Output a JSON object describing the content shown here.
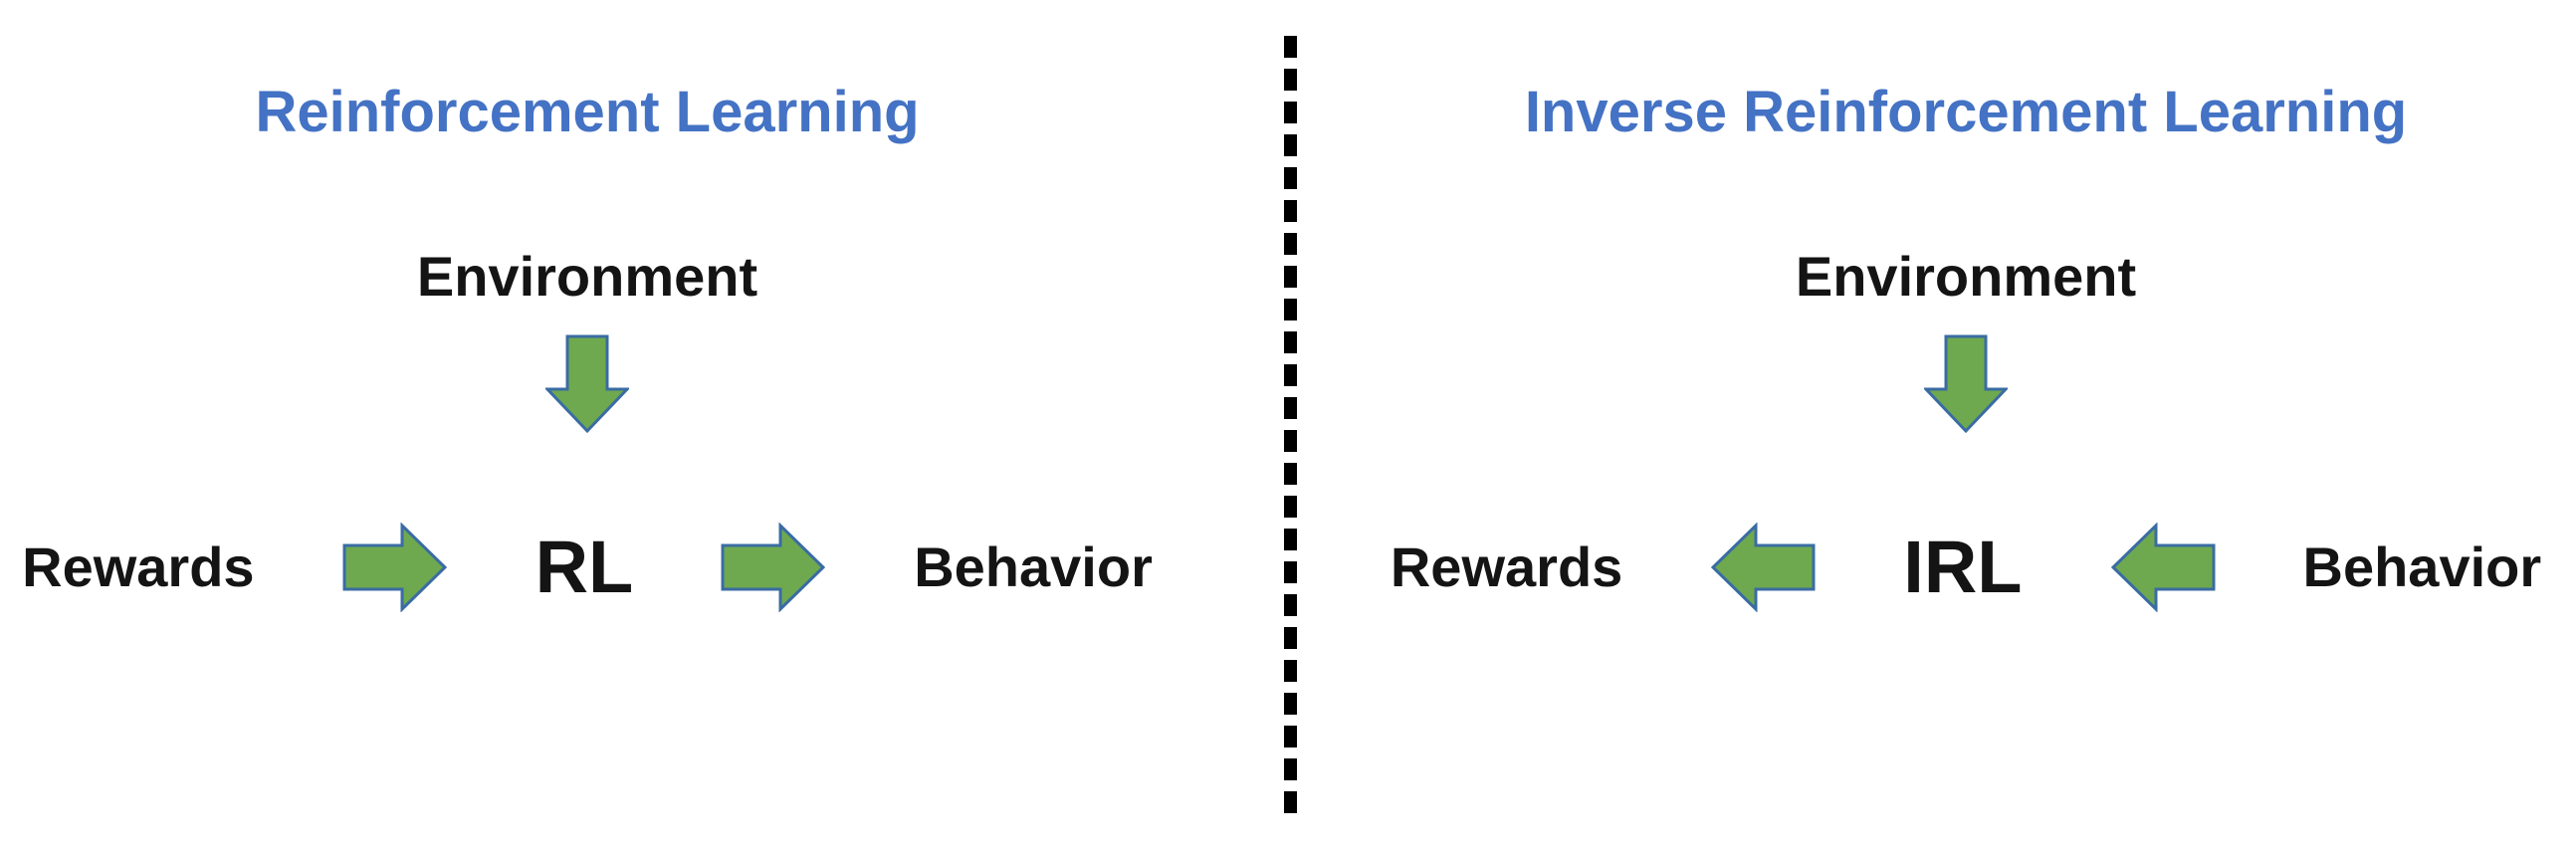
{
  "diagram": {
    "left_panel": {
      "title": "Reinforcement Learning",
      "environment_label": "Environment",
      "input_label": "Rewards",
      "core_label": "RL",
      "output_label": "Behavior",
      "flow_direction": "right"
    },
    "right_panel": {
      "title": "Inverse Reinforcement Learning",
      "environment_label": "Environment",
      "input_label": "Rewards",
      "core_label": "IRL",
      "output_label": "Behavior",
      "flow_direction": "left"
    }
  },
  "colors": {
    "title_blue": "#4472C4",
    "text_black": "#141414",
    "arrow_green": "#6FA94F",
    "arrow_outline": "#3A6CA3",
    "divider_black": "#000000"
  }
}
